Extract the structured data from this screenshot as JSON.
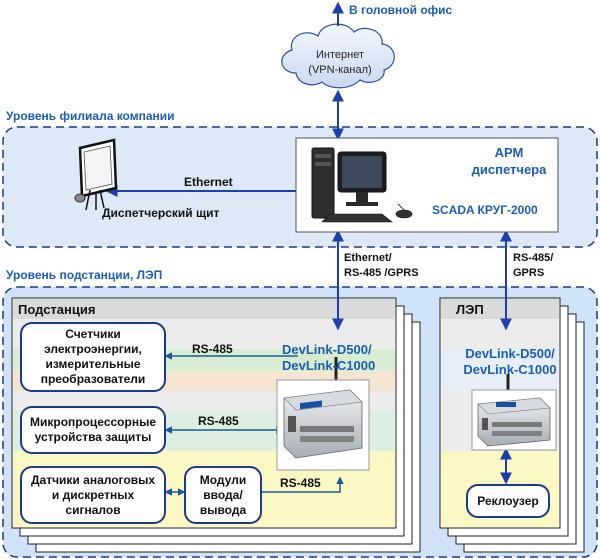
{
  "top_label": "В головной офис",
  "internet": {
    "line1": "Интернет",
    "line2": "(VPN-канал)"
  },
  "branch_level": {
    "label": "Уровень филиала  компании"
  },
  "arm": {
    "line1": "АРМ",
    "line2": "диспетчера",
    "scada": "SCADA КРУГ-2000"
  },
  "ethernet_label": "Ethernet",
  "dispatch_board_label": "Диспетчерский щит",
  "substation_level": {
    "label": "Уровень подстанции, ЛЭП"
  },
  "link_left": {
    "line1": "Ethernet/",
    "line2": "RS-485  /GPRS"
  },
  "link_right": {
    "line1": "RS-485/",
    "line2": "GPRS"
  },
  "substation": {
    "title": "Подстанция",
    "meters_box": "Счетчики\nэлектроэнергии,\nизмерительные\nпреобразователи",
    "protection_box": "Микропроцессорные\nустройства защиты",
    "sensors_box": "Датчики аналоговых\nи дискретных\nсигналов",
    "io_box": "Модули\nввода/\nвывода",
    "rs485_1": "RS-485",
    "rs485_2": "RS-485",
    "rs485_3": "RS-485",
    "devlink_line1": "DevLink-D500/",
    "devlink_line2": "DevLink-C1000"
  },
  "powerline": {
    "title": "ЛЭП",
    "devlink_line1": "DevLink-D500/",
    "devlink_line2": "DevLink-C1000",
    "recloser": "Реклоузер"
  },
  "colors": {
    "accent_blue": "#1a5fb4",
    "arrow_blue": "#1c3faa",
    "panel_border": "#1a3a8a",
    "branch_fill": "#dde9f7",
    "substation_fill": "#cfe2f7"
  }
}
